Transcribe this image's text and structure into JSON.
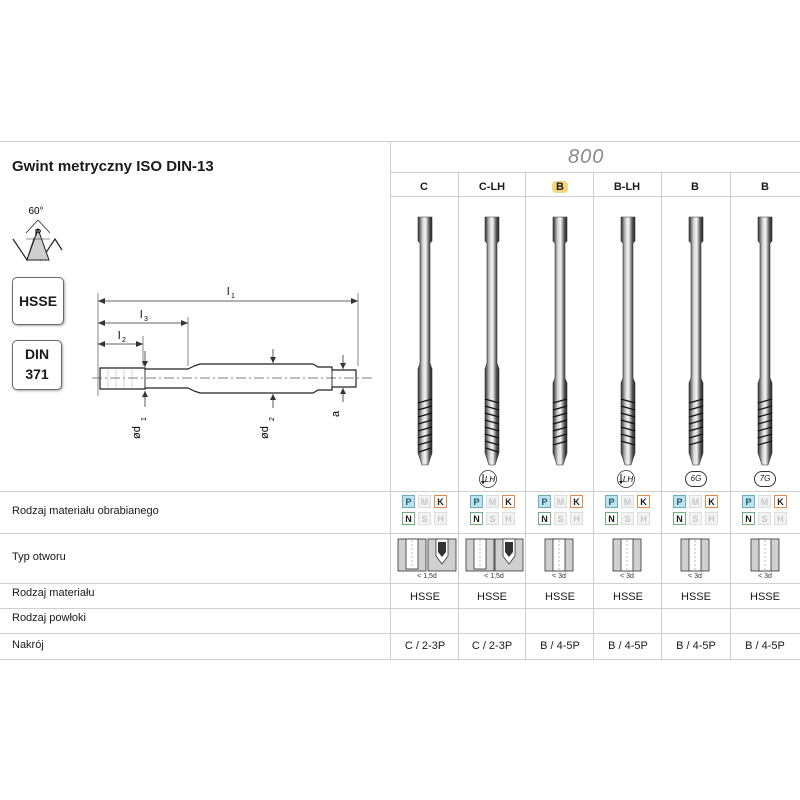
{
  "title": "Gwint metryczny ISO DIN-13",
  "model": "800",
  "thread_angle": "60°",
  "thread_pitch_symbol": "P",
  "material_box": "HSSE",
  "standard_box": {
    "line1": "DIN",
    "line2": "371"
  },
  "dimension_labels": {
    "l1": "l",
    "l1_sub": "1",
    "l3": "l",
    "l3_sub": "3",
    "l2": "l",
    "l2_sub": "2",
    "d1": "ød",
    "d1_sub": "1",
    "d2": "ød",
    "d2_sub": "2",
    "a": "a"
  },
  "columns": [
    {
      "head": "C",
      "highlight": false,
      "badge": "",
      "materials": [
        "P",
        "M",
        "K",
        "N",
        "S",
        "H"
      ],
      "active": [
        "P",
        "K",
        "N"
      ],
      "hole": "< 1,5d",
      "hole_type": "blind",
      "material": "HSSE",
      "cut": "C / 2-3P"
    },
    {
      "head": "C-LH",
      "highlight": false,
      "badge": "LH",
      "materials": [
        "P",
        "M",
        "K",
        "N",
        "S",
        "H"
      ],
      "active": [
        "P",
        "K",
        "N"
      ],
      "hole": "< 1,5d",
      "hole_type": "blind",
      "material": "HSSE",
      "cut": "C / 2-3P"
    },
    {
      "head": "B",
      "highlight": true,
      "badge": "",
      "materials": [
        "P",
        "M",
        "K",
        "N",
        "S",
        "H"
      ],
      "active": [
        "P",
        "K",
        "N"
      ],
      "hole": "< 3d",
      "hole_type": "through",
      "material": "HSSE",
      "cut": "B / 4-5P"
    },
    {
      "head": "B-LH",
      "highlight": false,
      "badge": "LH",
      "materials": [
        "P",
        "M",
        "K",
        "N",
        "S",
        "H"
      ],
      "active": [
        "P",
        "K",
        "N"
      ],
      "hole": "< 3d",
      "hole_type": "through",
      "material": "HSSE",
      "cut": "B / 4-5P"
    },
    {
      "head": "B",
      "highlight": false,
      "badge": "6G",
      "materials": [
        "P",
        "M",
        "K",
        "N",
        "S",
        "H"
      ],
      "active": [
        "P",
        "K",
        "N"
      ],
      "hole": "< 3d",
      "hole_type": "through",
      "material": "HSSE",
      "cut": "B / 4-5P"
    },
    {
      "head": "B",
      "highlight": false,
      "badge": "7G",
      "materials": [
        "P",
        "M",
        "K",
        "N",
        "S",
        "H"
      ],
      "active": [
        "P",
        "K",
        "N"
      ],
      "hole": "< 3d",
      "hole_type": "through",
      "material": "HSSE",
      "cut": "B / 4-5P"
    }
  ],
  "rows": {
    "workpiece_material": "Rodzaj materiału obrabianego",
    "hole_type": "Typ otworu",
    "tool_material": "Rodzaj materiału",
    "coating": "Rodzaj powłoki",
    "cut": "Nakrój"
  },
  "colors": {
    "grid": "#cfcfcf",
    "highlight": "#f6d77a",
    "mat_p": "#bfe3ee",
    "mat_k_border": "#e28a4a",
    "mat_n_border": "#6ab07a",
    "steel_dark": "#3a3a3a",
    "steel_light": "#e6e6e6"
  }
}
